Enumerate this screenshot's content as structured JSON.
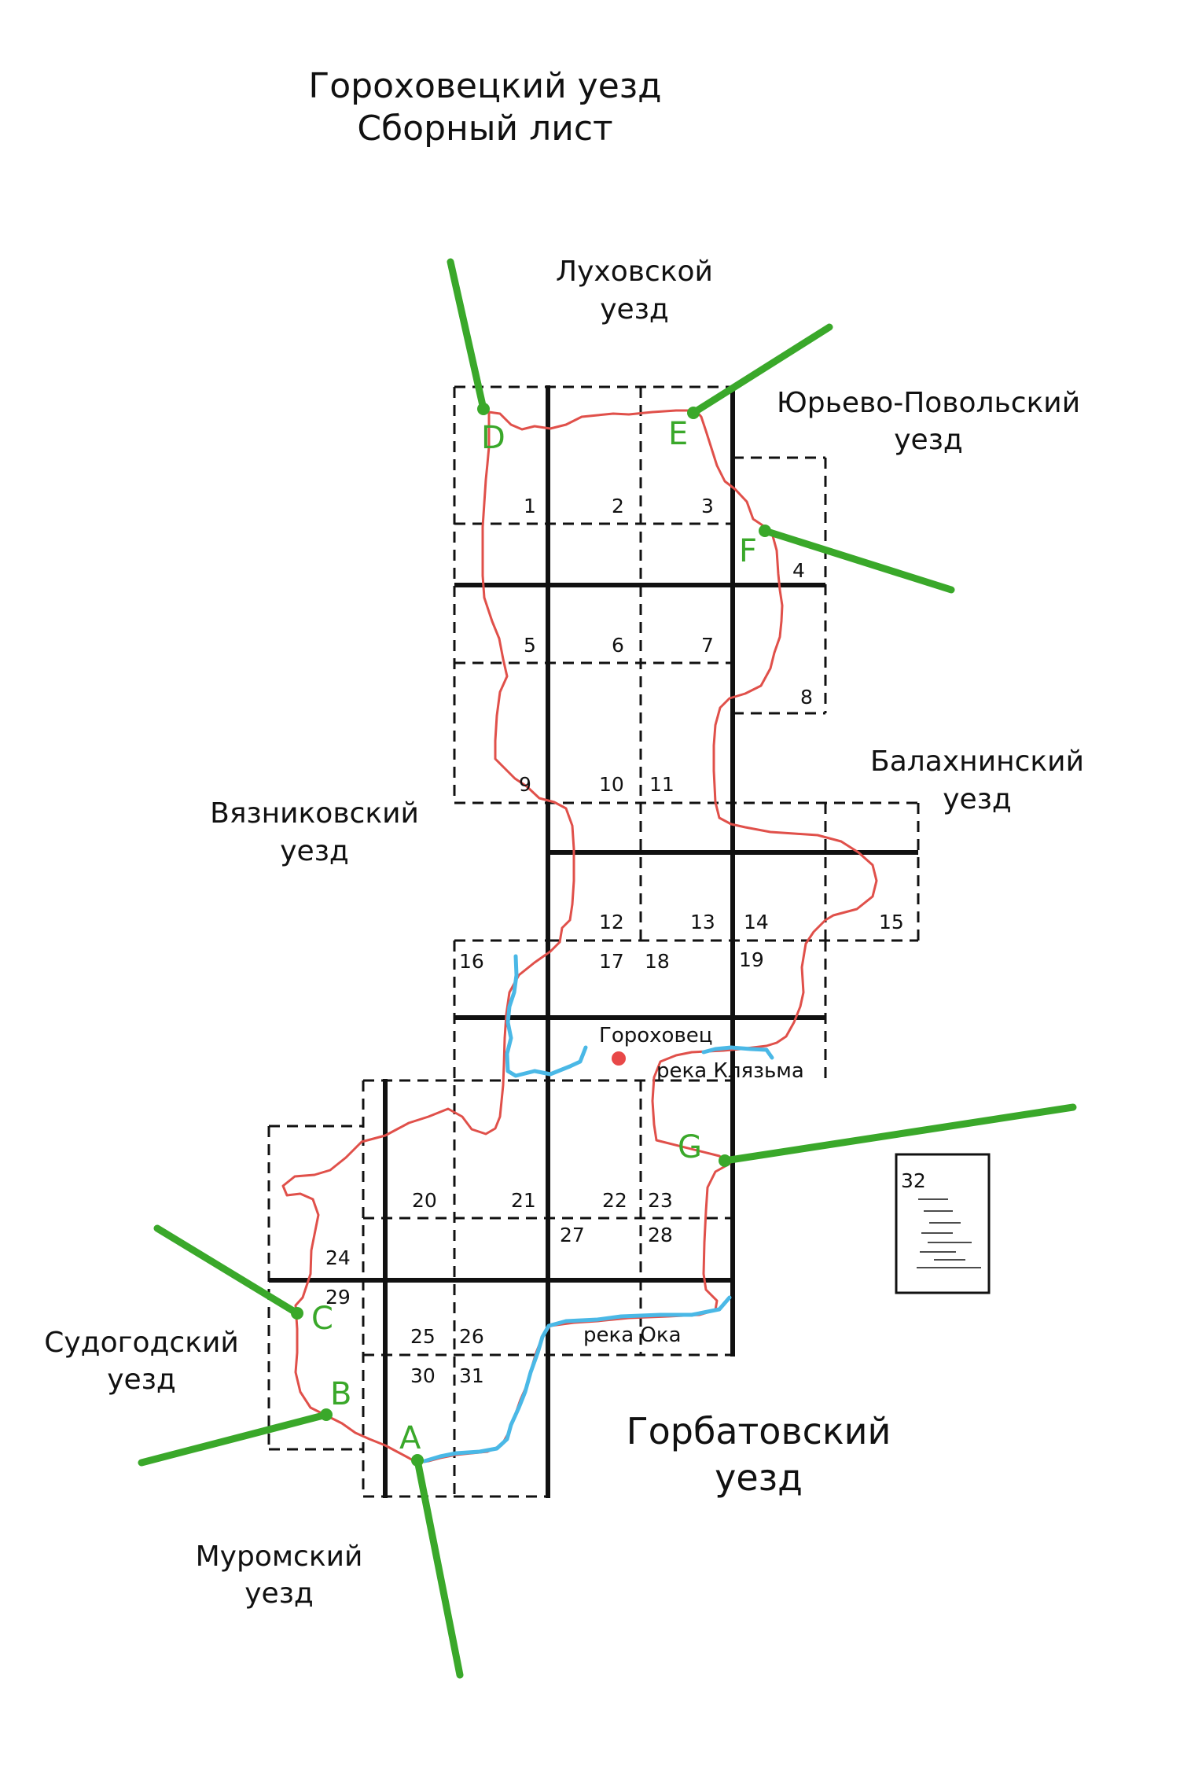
{
  "title": {
    "line1": "Гороховецкий уезд",
    "line2": "Сборный лист"
  },
  "regions": {
    "luhovskoy": {
      "line1": "Луховской",
      "line2": "уезд"
    },
    "yuryevo": {
      "line1": "Юрьево-Повольский",
      "line2": "уезд"
    },
    "balakhna": {
      "line1": "Балахнинский",
      "line2": "уезд"
    },
    "vyazniki": {
      "line1": "Вязниковский",
      "line2": "уезд"
    },
    "sudogda": {
      "line1": "Судогодский",
      "line2": "уезд"
    },
    "murom": {
      "line1": "Муромский",
      "line2": "уезд"
    },
    "gorbatov": {
      "line1": "Горбатовский",
      "line2": "уезд"
    }
  },
  "sheets": [
    "1",
    "2",
    "3",
    "4",
    "5",
    "6",
    "7",
    "8",
    "9",
    "10",
    "11",
    "12",
    "13",
    "14",
    "15",
    "16",
    "17",
    "18",
    "19",
    "20",
    "21",
    "22",
    "23",
    "24",
    "25",
    "26",
    "27",
    "28",
    "29",
    "30",
    "31",
    "32"
  ],
  "points": [
    "A",
    "B",
    "C",
    "D",
    "E",
    "F",
    "G"
  ],
  "places": {
    "town": "Гороховец",
    "river_klyazma": "река Клязьма",
    "river_oka": "река Ока"
  },
  "colors": {
    "border": "#e0504a",
    "river": "#4ab8e6",
    "points": "#3aa82a",
    "town_marker": "#e84848",
    "grid": "#111111"
  }
}
